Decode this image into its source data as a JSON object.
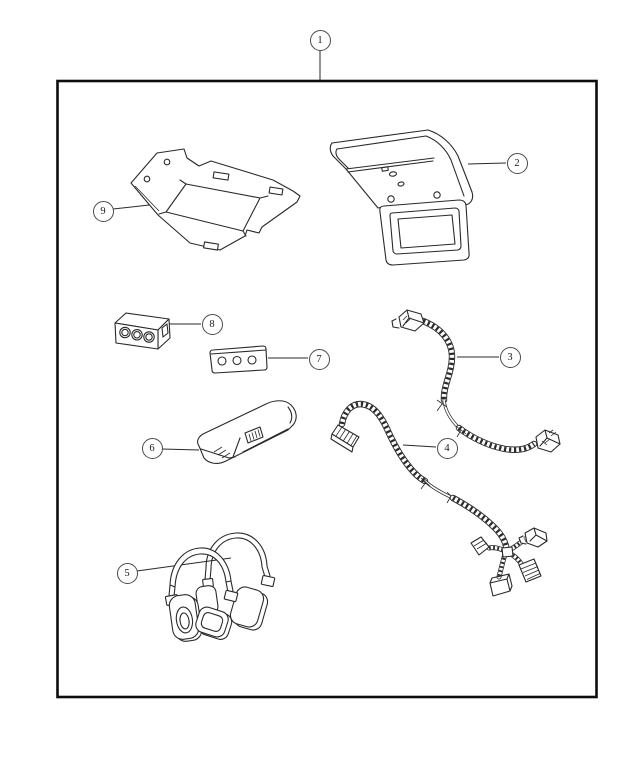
{
  "page": {
    "background": "#ffffff",
    "line_color": "#2a2a2a",
    "border_color": "#0d0d0d"
  },
  "figure": {
    "kind": "exploded-parts-diagram"
  },
  "callouts": {
    "c1": {
      "label": "1"
    },
    "c2": {
      "label": "2"
    },
    "c3": {
      "label": "3"
    },
    "c4": {
      "label": "4"
    },
    "c5": {
      "label": "5"
    },
    "c6": {
      "label": "6"
    },
    "c7": {
      "label": "7"
    },
    "c8": {
      "label": "8"
    },
    "c9": {
      "label": "9"
    }
  },
  "parts": [
    {
      "callout": "1",
      "item": "kit-package-boundary"
    },
    {
      "callout": "2",
      "item": "overhead-flip-down-video-monitor"
    },
    {
      "callout": "3",
      "item": "wiring-harness-two-connector"
    },
    {
      "callout": "4",
      "item": "wiring-harness-multi-branch"
    },
    {
      "callout": "5",
      "item": "headphones-pair"
    },
    {
      "callout": "6",
      "item": "remote-control"
    },
    {
      "callout": "7",
      "item": "av-jack-faceplate"
    },
    {
      "callout": "8",
      "item": "av-jack-housing-block"
    },
    {
      "callout": "9",
      "item": "mounting-bracket"
    }
  ]
}
